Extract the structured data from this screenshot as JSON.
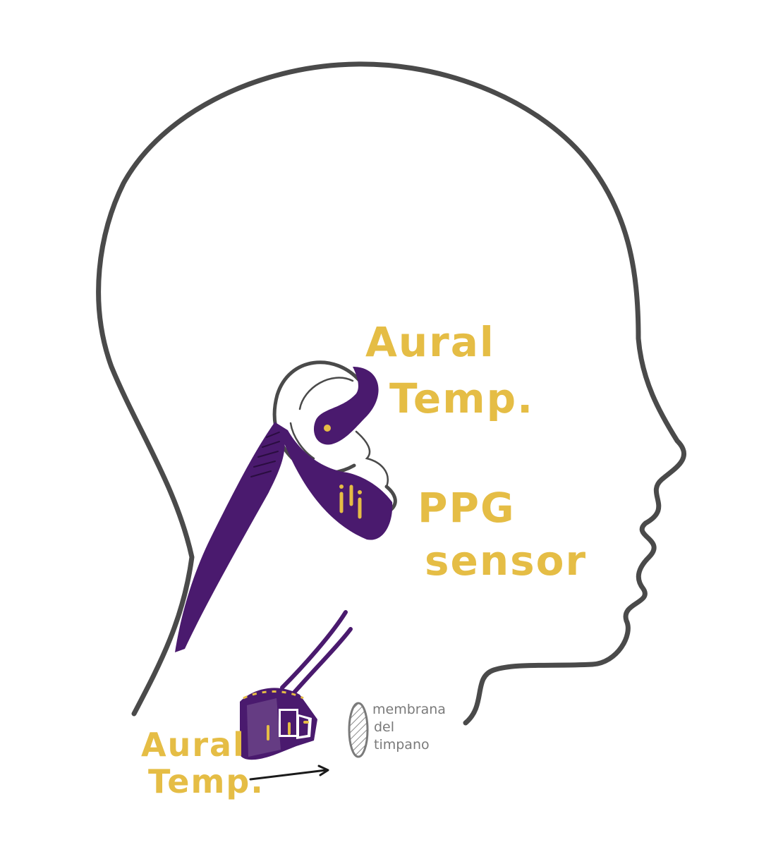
{
  "labels": {
    "aural_temp_top_line1": "Aural",
    "aural_temp_top_line2": "Temp.",
    "ppg_line1": "PPG",
    "ppg_line2": "sensor",
    "aural_temp_bottom_line1": "Aural",
    "aural_temp_bottom_line2": "Temp.",
    "membrana_line1": "membrana",
    "membrana_line2": "del",
    "membrana_line3": "timpano"
  },
  "colors": {
    "outline": "#4a4a4a",
    "device": "#4a1a6e",
    "accent": "#e5bd45",
    "note": "#7a7a7a"
  }
}
